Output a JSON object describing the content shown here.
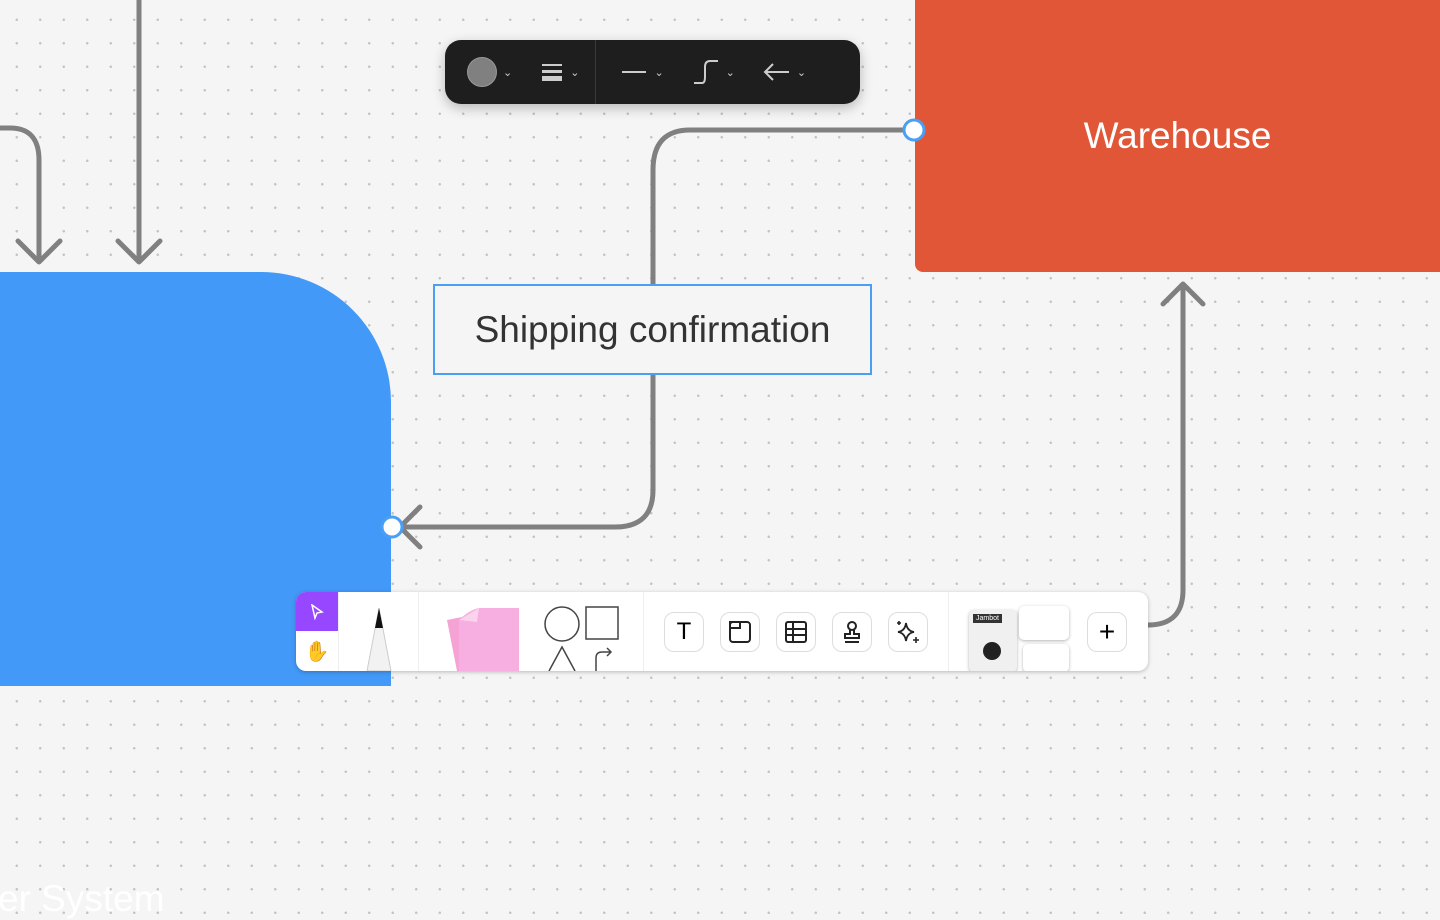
{
  "canvas": {
    "shapes": [
      {
        "label": "er System",
        "color": "#4399f8"
      },
      {
        "label": "Warehouse",
        "color": "#e05636"
      }
    ],
    "connector_label": "Shipping confirmation",
    "connector_color": "#808080",
    "selection_color": "#4a9ff5"
  },
  "context_toolbar": {
    "items": [
      {
        "icon": "color-fill-icon",
        "value": "#808080"
      },
      {
        "icon": "stroke-weight-icon"
      },
      {
        "icon": "line-style-icon"
      },
      {
        "icon": "connector-curved-icon"
      },
      {
        "icon": "arrow-left-icon"
      }
    ]
  },
  "bottom_toolbar": {
    "tools": [
      "select",
      "hand",
      "pen",
      "sticky-note",
      "shapes",
      "text",
      "section",
      "table",
      "stamp",
      "ai-sparkle",
      "templates",
      "add"
    ],
    "template_text": "Jambot",
    "accent": "#9747ff"
  }
}
